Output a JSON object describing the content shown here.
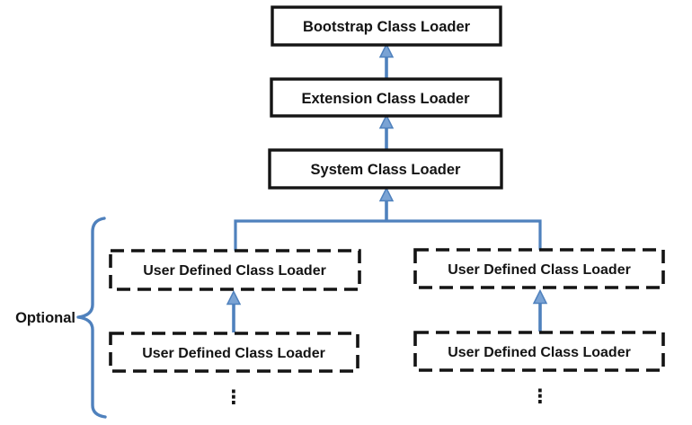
{
  "diagram": {
    "title": "class-loader-delegation-hierarchy",
    "nodes": {
      "bootstrap": {
        "label": "Bootstrap Class Loader",
        "style": "solid"
      },
      "extension": {
        "label": "Extension Class Loader",
        "style": "solid"
      },
      "system": {
        "label": "System Class Loader",
        "style": "solid"
      },
      "user_top_left": {
        "label": "User Defined Class Loader",
        "style": "dashed"
      },
      "user_top_right": {
        "label": "User Defined Class Loader",
        "style": "dashed"
      },
      "user_bottom_left": {
        "label": "User Defined Class Loader",
        "style": "dashed"
      },
      "user_bottom_right": {
        "label": "User Defined Class Loader",
        "style": "dashed"
      }
    },
    "edges": [
      {
        "from": "extension",
        "to": "bootstrap",
        "arrow": "up"
      },
      {
        "from": "system",
        "to": "extension",
        "arrow": "up"
      },
      {
        "from": "user_top_left",
        "to": "system",
        "arrow": "up"
      },
      {
        "from": "user_top_right",
        "to": "system",
        "arrow": "up"
      },
      {
        "from": "user_bottom_left",
        "to": "user_top_left",
        "arrow": "up"
      },
      {
        "from": "user_bottom_right",
        "to": "user_top_right",
        "arrow": "up"
      }
    ],
    "annotations": {
      "optional": "Optional",
      "ellipsis": "⋮"
    },
    "colors": {
      "connector_blue": "#4f81bd",
      "border_black": "#141414",
      "box_fill": "#ffffff",
      "background": "#ffffff"
    }
  }
}
